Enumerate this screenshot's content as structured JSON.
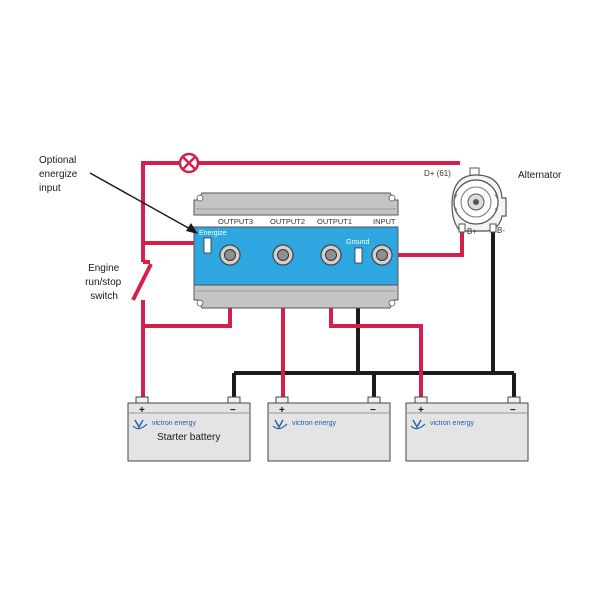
{
  "labels": {
    "optional_energize": [
      "Optional",
      "energize",
      "input"
    ],
    "engine_switch": [
      "Engine",
      "run/stop",
      "switch"
    ],
    "alternator": "Alternator",
    "d_plus": "D+ (61)",
    "b_plus": "B+",
    "b_minus": "B-",
    "energize": "Energize",
    "ground": "Ground",
    "output3": "OUTPUT3",
    "output2": "OUTPUT2",
    "output1": "OUTPUT1",
    "input": "INPUT",
    "brand": "victron energy",
    "starter_battery": "Starter battery",
    "plus": "+",
    "minus": "−"
  },
  "colors": {
    "positive_wire": "#d4214c",
    "negative_wire": "#1c1c1c",
    "isolator_body": "#2ea6e0",
    "heatsink": "#c4c4c4",
    "battery": "#e4e4e4",
    "brand_blue": "#1f5fa8"
  }
}
